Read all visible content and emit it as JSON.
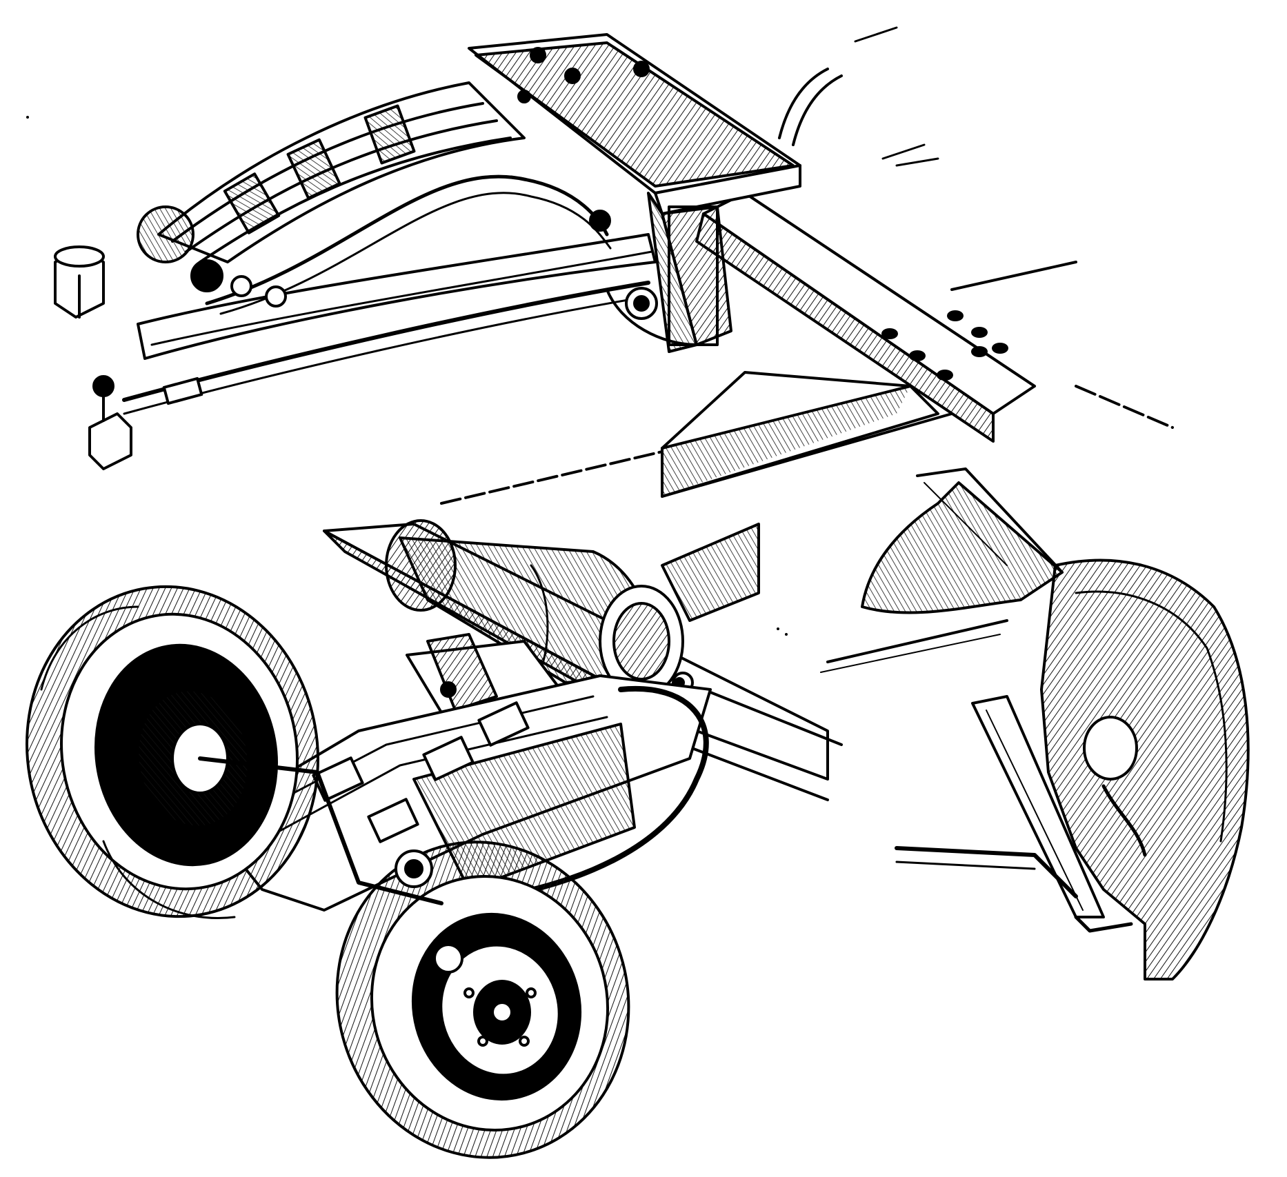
{
  "figure": {
    "colors": {
      "ink": "#000000",
      "paper": "#ffffff",
      "hatch": "#111111"
    },
    "parts": [
      "front-axle-assembly",
      "leaf-spring",
      "mounting-bracket-box",
      "chassis-frame-rail",
      "cross-member",
      "steering-knuckle",
      "tie-rod",
      "rear-suspension-assembly",
      "motor-housing",
      "front-wheel",
      "rear-wheel",
      "fender-cutaway"
    ]
  }
}
